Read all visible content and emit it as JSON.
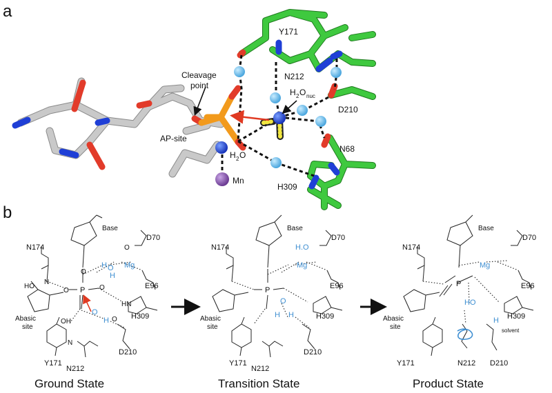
{
  "panels": {
    "a": "a",
    "b": "b"
  },
  "panel_a": {
    "residues": {
      "y171": "Y171",
      "n212": "N212",
      "d210": "D210",
      "n68": "N68",
      "h309": "H309"
    },
    "cleavage_point": [
      "Cleavage",
      "point"
    ],
    "ap_site": "AP-site",
    "h2o": "H",
    "h2o_sub": "2",
    "h2o_o": "O",
    "h2o_nuc": "H",
    "h2o_nuc_sub": "2",
    "h2o_nuc_o": "O",
    "h2o_nuc_subscript": "nuc",
    "mn": "Mn",
    "water_h": "H"
  },
  "panel_b": {
    "states": [
      "Ground State",
      "Transition State",
      "Product State"
    ],
    "common": {
      "n174": "N174",
      "d70": "D70",
      "e96": "E96",
      "h309": "H309",
      "d210": "D210",
      "n212": "N212",
      "y171": "Y171",
      "base": "Base",
      "abasic": [
        "Abasic",
        "site"
      ],
      "mg": "Mg",
      "p": "P",
      "o": "O",
      "oh": "OH",
      "ho": "HO",
      "h": "H",
      "n": "N",
      "hn": "HN",
      "plus": "+",
      "o_minus": "O",
      "minus": "–",
      "solvent": "solvent",
      "water": "H.O"
    }
  },
  "colors": {
    "green": "#3fc93f",
    "grey": "#c9c9c9",
    "blue_atom": "#1f4fe0",
    "red_atom": "#e23b2a",
    "orange_p": "#f29a1c",
    "yellow_h": "#f1e640",
    "light_blue_h": "#6bbde9",
    "purple_mn": "#8f5fb2",
    "label_blue": "#3f8fd2",
    "arrow_red": "#e03a22"
  }
}
